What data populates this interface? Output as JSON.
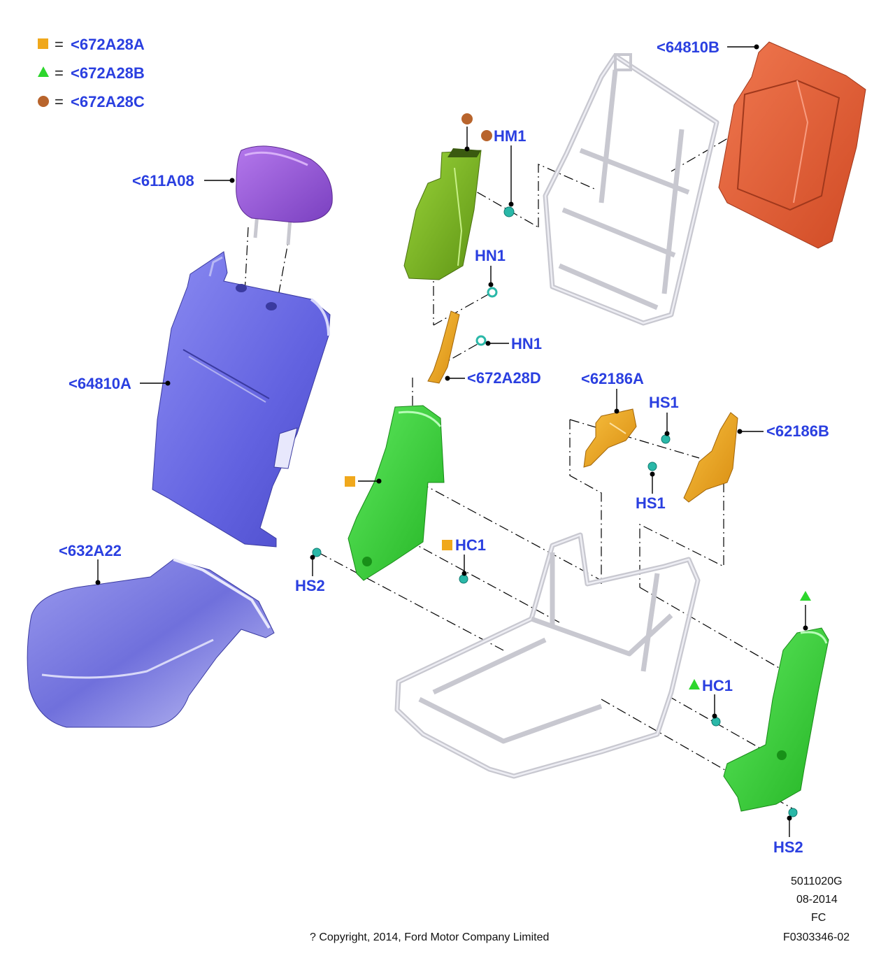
{
  "legend": [
    {
      "symbol": "square",
      "color": "#f0a81c",
      "eq": "=",
      "label": "<672A28A"
    },
    {
      "symbol": "triangle",
      "color": "#2dd62d",
      "eq": "=",
      "label": "<672A28B"
    },
    {
      "symbol": "circle",
      "color": "#b8642c",
      "eq": "=",
      "label": "<672A28C"
    }
  ],
  "callouts": {
    "headrest": "<611A08",
    "back_panel_rear": "<64810B",
    "back_cover": "<64810A",
    "cushion": "<632A22",
    "hm1": "HM1",
    "hn1_a": "HN1",
    "hn1_b": "HN1",
    "bracket_d": "<672A28D",
    "trim_62186a": "<62186A",
    "trim_62186b": "<62186B",
    "hs1_a": "HS1",
    "hs1_b": "HS1",
    "hc1_a": "HC1",
    "hc1_b": "HC1",
    "hs2_a": "HS2",
    "hs2_b": "HS2"
  },
  "colors": {
    "label": "#2a3fe0",
    "orange": "#f0a81c",
    "green": "#2dd62d",
    "brown": "#b8642c",
    "purple": "#6e6ee6",
    "headrest": "#9a5ad8",
    "rear_panel": "#e8603c",
    "olive": "#7ab41e",
    "frame": "#c8c8d0",
    "fastener": "#2ab8a8"
  },
  "footer": {
    "code": "5011020G",
    "date": "08-2014",
    "region": "FC",
    "illustration_id": "F0303346-02",
    "copyright": "? Copyright, 2014, Ford Motor Company Limited"
  }
}
